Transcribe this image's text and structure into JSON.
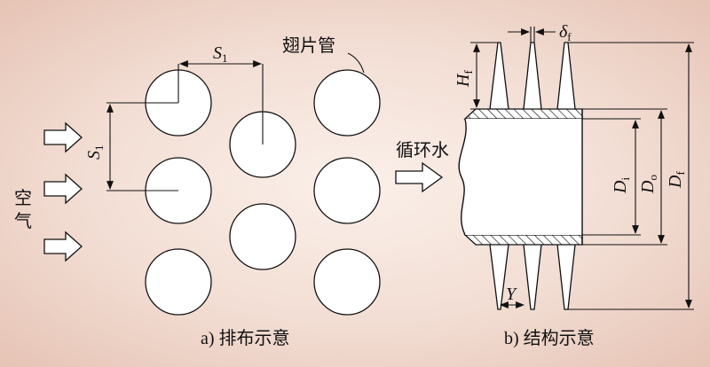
{
  "panel_a": {
    "caption": "a) 排布示意",
    "label_fin_tube": "翅片管",
    "label_air_1": "空",
    "label_air_2": "气",
    "pitch_horizontal": {
      "symbol": "S",
      "sub": "1"
    },
    "pitch_vertical": {
      "symbol": "S",
      "sub": "1"
    }
  },
  "panel_b": {
    "caption": "b) 结构示意",
    "label_water": "循环水",
    "fin_thickness": {
      "symbol": "δ",
      "sub": "f"
    },
    "fin_height": {
      "symbol": "H",
      "sub": "f"
    },
    "inner_diameter": {
      "symbol": "D",
      "sub": "i"
    },
    "outer_diameter": {
      "symbol": "D",
      "sub": "o"
    },
    "fin_diameter": {
      "symbol": "D",
      "sub": "f"
    },
    "fin_root": {
      "symbol": "Y"
    }
  }
}
